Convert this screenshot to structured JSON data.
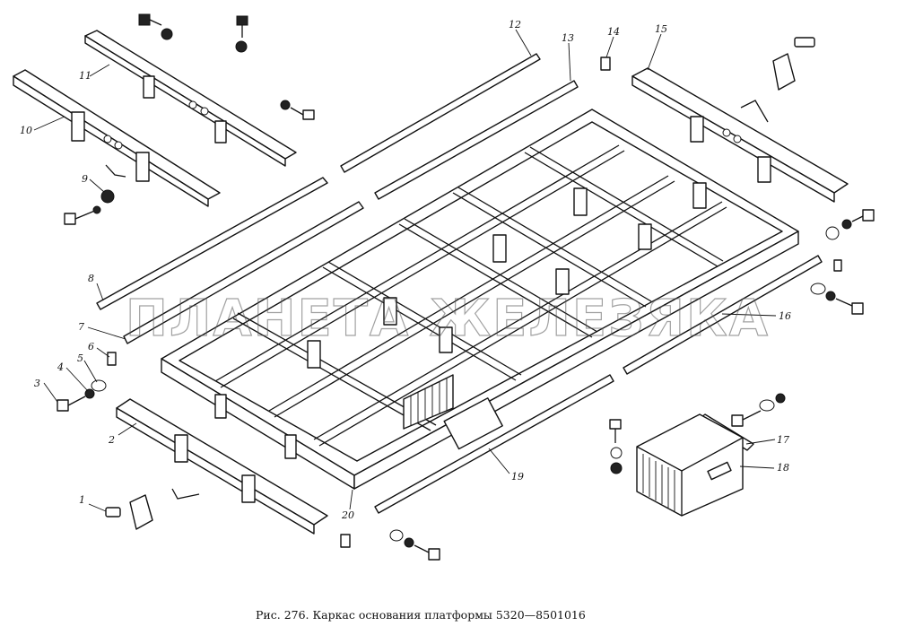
{
  "caption": "Рис. 276. Каркас основания платформы 5320—8501016",
  "watermark": "ПЛАНЕТА ЖЕЛЕЗЯКА",
  "callouts": [
    "1",
    "2",
    "3",
    "4",
    "5",
    "6",
    "7",
    "8",
    "9",
    "10",
    "11",
    "12",
    "13",
    "14",
    "15",
    "16",
    "17",
    "18",
    "19",
    "20"
  ]
}
